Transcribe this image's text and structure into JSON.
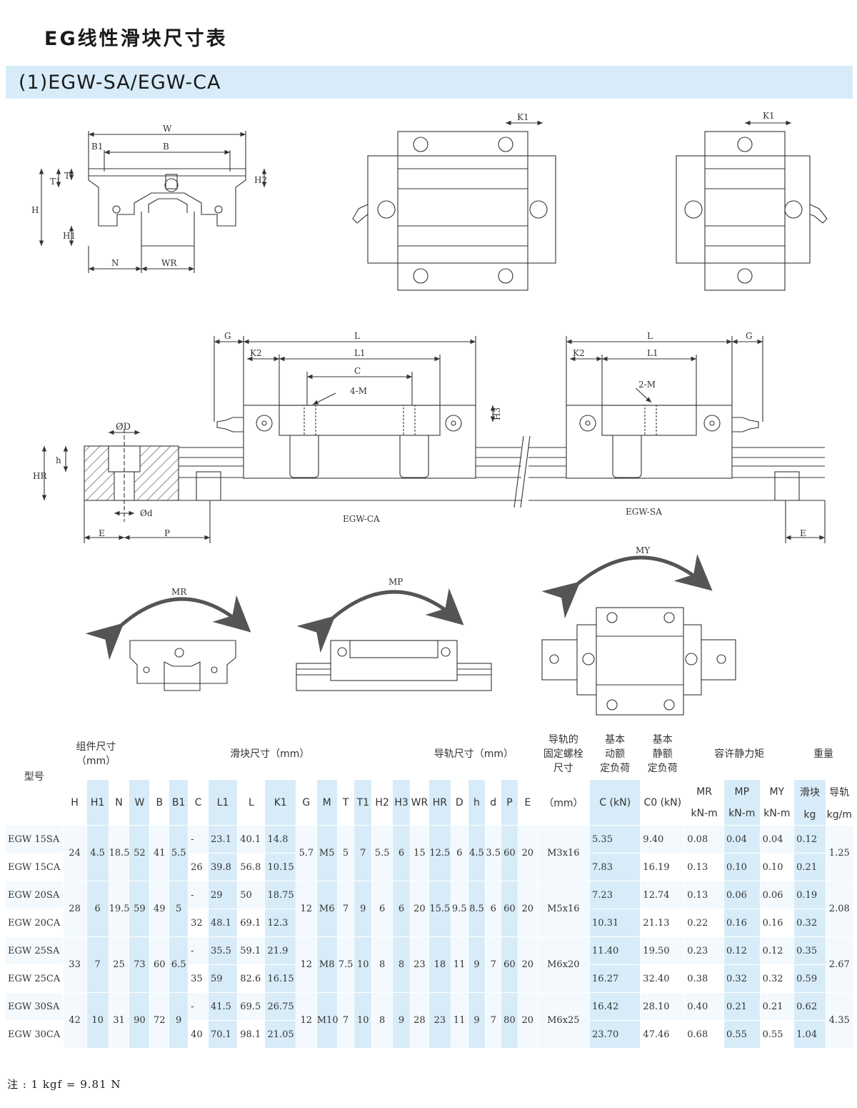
{
  "page": {
    "title": "EG线性滑块尺寸表",
    "section": "(1)EGW-SA/EGW-CA"
  },
  "drawing": {
    "labels": {
      "W": "W",
      "B": "B",
      "B1": "B1",
      "T1": "T1",
      "T": "T",
      "H": "H",
      "H1": "H1",
      "H2": "H2",
      "H3": "H3",
      "N": "N",
      "WR": "WR",
      "K1": "K1",
      "K2": "K2",
      "G": "G",
      "L": "L",
      "L1": "L1",
      "C": "C",
      "four_M": "4-M",
      "two_M": "2-M",
      "phiD": "ØD",
      "phid": "Ød",
      "h": "h",
      "HR": "HR",
      "E": "E",
      "P": "P",
      "egw_ca": "EGW-CA",
      "egw_sa": "EGW-SA",
      "MR": "MR",
      "MP": "MP",
      "MY": "MY"
    }
  },
  "table": {
    "header": {
      "model": "型号",
      "assembly": "组件尺寸\n（mm）",
      "block": "滑块尺寸（mm）",
      "rail": "导轨尺寸（mm）",
      "bolt": "导轨的\n固定螺栓\n尺寸",
      "dynamic": "基本\n动额\n定负荷",
      "static": "基本\n静额\n定负荷",
      "moment": "容许静力矩",
      "weight": "重量",
      "sub_assembly": [
        "H",
        "H1",
        "N"
      ],
      "sub_block": [
        "W",
        "B",
        "B1",
        "C",
        "L1",
        "L",
        "K1",
        "G",
        "M",
        "T",
        "T1",
        "H2",
        "H3"
      ],
      "sub_rail": [
        "WR",
        "HR",
        "D",
        "h",
        "d",
        "P",
        "E"
      ],
      "bolt_unit": "（mm）",
      "dynamic_unit": "C (kN)",
      "static_unit": "C0 (kN)",
      "moment_sub": [
        "MR",
        "MP",
        "MY"
      ],
      "moment_unit": "kN-m",
      "weight_sub": [
        "滑块",
        "导轨"
      ],
      "weight_units": [
        "kg",
        "kg/m"
      ]
    },
    "groups": [
      {
        "models": [
          "EGW 15SA",
          "EGW 15CA"
        ],
        "H": "24",
        "H1": "4.5",
        "N": "18.5",
        "W": "52",
        "B": "41",
        "B1": "5.5",
        "C": [
          "-",
          "26"
        ],
        "L1": [
          "23.1",
          "39.8"
        ],
        "L": [
          "40.1",
          "56.8"
        ],
        "K1": [
          "14.8",
          "10.15"
        ],
        "G": "5.7",
        "M": "M5",
        "T": "5",
        "T1": "7",
        "H2": "5.5",
        "H3": "6",
        "WR": "15",
        "HR": "12.5",
        "D": "6",
        "h": "4.5",
        "d": "3.5",
        "P": "60",
        "E": "20",
        "bolt": "M3x16",
        "C_kN": [
          "5.35",
          "7.83"
        ],
        "C0_kN": [
          "9.40",
          "16.19"
        ],
        "MR": [
          "0.08",
          "0.13"
        ],
        "MP": [
          "0.04",
          "0.10"
        ],
        "MY": [
          "0.04",
          "0.10"
        ],
        "block_kg": [
          "0.12",
          "0.21"
        ],
        "rail_kgm": "1.25"
      },
      {
        "models": [
          "EGW 20SA",
          "EGW 20CA"
        ],
        "H": "28",
        "H1": "6",
        "N": "19.5",
        "W": "59",
        "B": "49",
        "B1": "5",
        "C": [
          "-",
          "32"
        ],
        "L1": [
          "29",
          "48.1"
        ],
        "L": [
          "50",
          "69.1"
        ],
        "K1": [
          "18.75",
          "12.3"
        ],
        "G": "12",
        "M": "M6",
        "T": "7",
        "T1": "9",
        "H2": "6",
        "H3": "6",
        "WR": "20",
        "HR": "15.5",
        "D": "9.5",
        "h": "8.5",
        "d": "6",
        "P": "60",
        "E": "20",
        "bolt": "M5x16",
        "C_kN": [
          "7.23",
          "10.31"
        ],
        "C0_kN": [
          "12.74",
          "21.13"
        ],
        "MR": [
          "0.13",
          "0.22"
        ],
        "MP": [
          "0.06",
          "0.16"
        ],
        "MY": [
          "0.06",
          "0.16"
        ],
        "block_kg": [
          "0.19",
          "0.32"
        ],
        "rail_kgm": "2.08"
      },
      {
        "models": [
          "EGW 25SA",
          "EGW 25CA"
        ],
        "H": "33",
        "H1": "7",
        "N": "25",
        "W": "73",
        "B": "60",
        "B1": "6.5",
        "C": [
          "-",
          "35"
        ],
        "L1": [
          "35.5",
          "59"
        ],
        "L": [
          "59.1",
          "82.6"
        ],
        "K1": [
          "21.9",
          "16.15"
        ],
        "G": "12",
        "M": "M8",
        "T": "7.5",
        "T1": "10",
        "H2": "8",
        "H3": "8",
        "WR": "23",
        "HR": "18",
        "D": "11",
        "h": "9",
        "d": "7",
        "P": "60",
        "E": "20",
        "bolt": "M6x20",
        "C_kN": [
          "11.40",
          "16.27"
        ],
        "C0_kN": [
          "19.50",
          "32.40"
        ],
        "MR": [
          "0.23",
          "0.38"
        ],
        "MP": [
          "0.12",
          "0.32"
        ],
        "MY": [
          "0.12",
          "0.32"
        ],
        "block_kg": [
          "0.35",
          "0.59"
        ],
        "rail_kgm": "2.67"
      },
      {
        "models": [
          "EGW 30SA",
          "EGW 30CA"
        ],
        "H": "42",
        "H1": "10",
        "N": "31",
        "W": "90",
        "B": "72",
        "B1": "9",
        "C": [
          "-",
          "40"
        ],
        "L1": [
          "41.5",
          "70.1"
        ],
        "L": [
          "69.5",
          "98.1"
        ],
        "K1": [
          "26.75",
          "21.05"
        ],
        "G": "12",
        "M": "M10",
        "T": "7",
        "T1": "10",
        "H2": "8",
        "H3": "9",
        "WR": "28",
        "HR": "23",
        "D": "11",
        "h": "9",
        "d": "7",
        "P": "80",
        "E": "20",
        "bolt": "M6x25",
        "C_kN": [
          "16.42",
          "23.70"
        ],
        "C0_kN": [
          "28.10",
          "47.46"
        ],
        "MR": [
          "0.40",
          "0.68"
        ],
        "MP": [
          "0.21",
          "0.55"
        ],
        "MY": [
          "0.21",
          "0.55"
        ],
        "block_kg": [
          "0.62",
          "1.04"
        ],
        "rail_kgm": "4.35"
      }
    ],
    "highlight_color": "#d7ecf8"
  },
  "note": "注 : 1 kgf = 9.81 N"
}
